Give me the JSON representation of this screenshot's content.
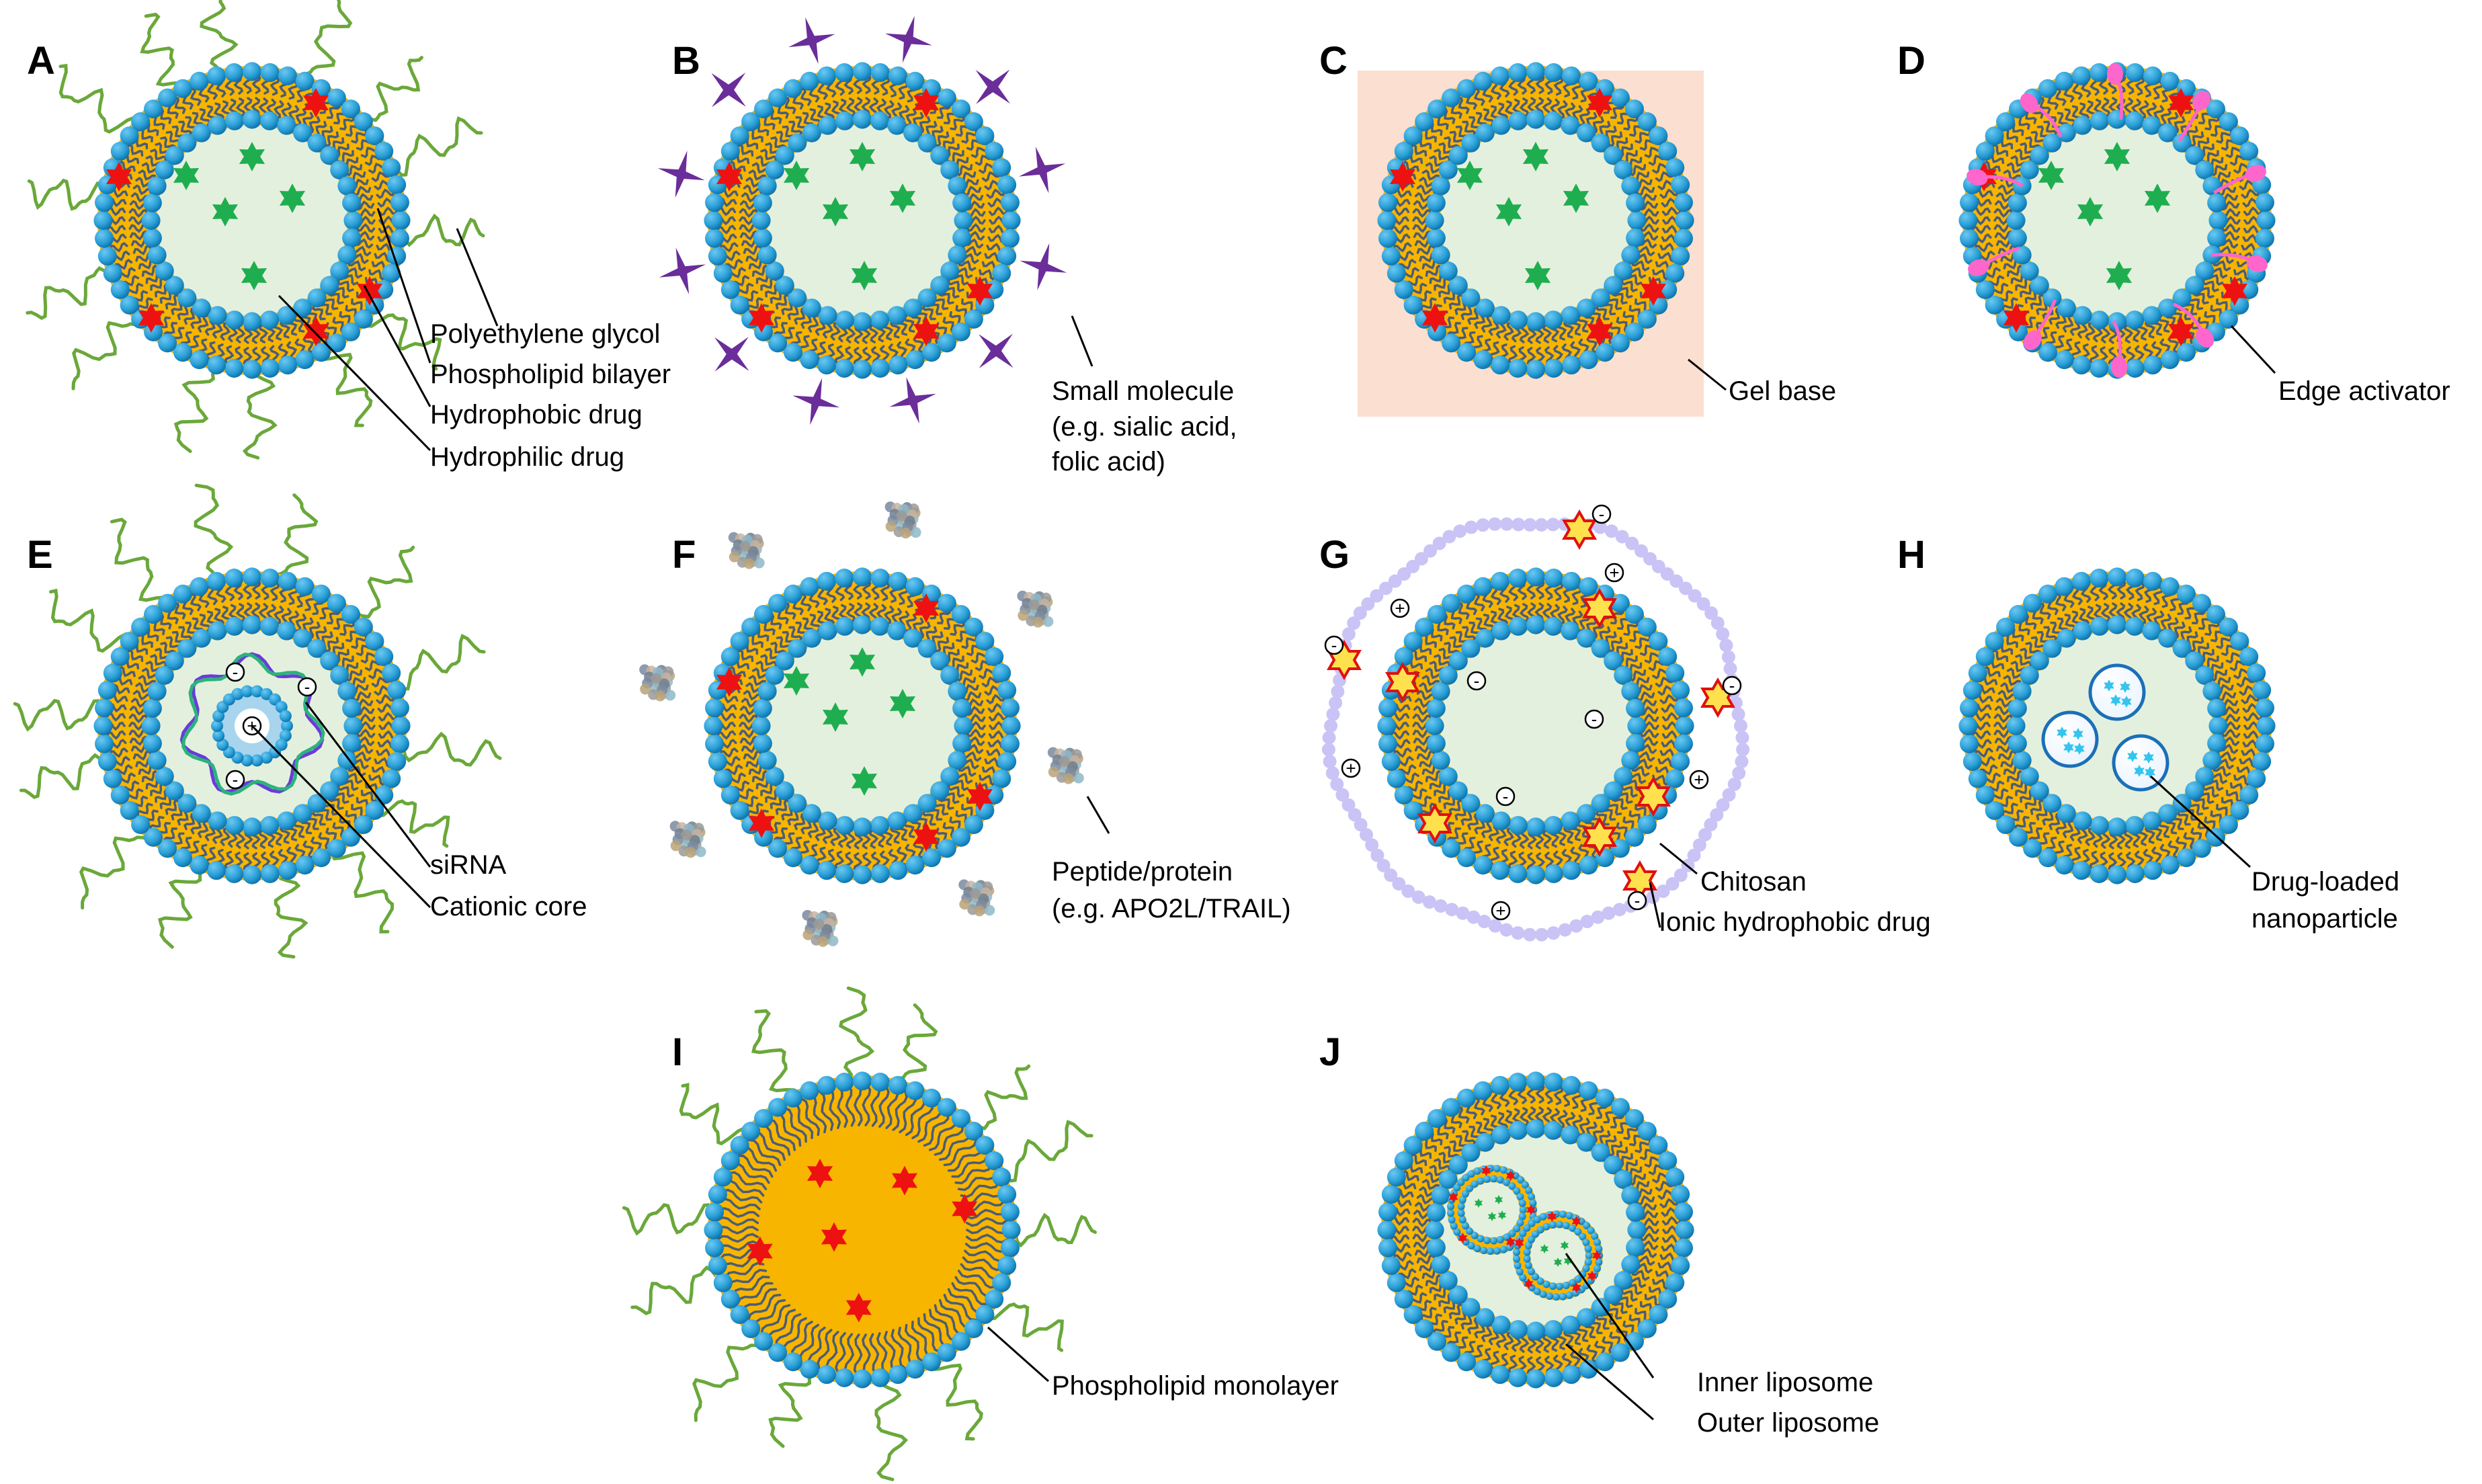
{
  "figure": {
    "panels": [
      {
        "id": "A",
        "letter": "A",
        "labels": [
          "Polyethylene glycol",
          "Phospholipid bilayer",
          "Hydrophobic drug",
          "Hydrophilic drug"
        ]
      },
      {
        "id": "B",
        "letter": "B",
        "labels": [
          "Small molecule",
          "(e.g. sialic acid,",
          "folic acid)"
        ]
      },
      {
        "id": "C",
        "letter": "C",
        "labels": [
          "Gel base"
        ]
      },
      {
        "id": "D",
        "letter": "D",
        "labels": [
          "Edge activator"
        ]
      },
      {
        "id": "E",
        "letter": "E",
        "labels": [
          "siRNA",
          "Cationic core"
        ]
      },
      {
        "id": "F",
        "letter": "F",
        "labels": [
          "Peptide/protein",
          "(e.g. APO2L/TRAIL)"
        ]
      },
      {
        "id": "G",
        "letter": "G",
        "labels": [
          "Chitosan",
          "Ionic hydrophobic drug"
        ]
      },
      {
        "id": "H",
        "letter": "H",
        "labels": [
          "Drug-loaded",
          "nanoparticle"
        ]
      },
      {
        "id": "I",
        "letter": "I",
        "labels": [
          "Phospholipid monolayer"
        ]
      },
      {
        "id": "J",
        "letter": "J",
        "labels": [
          "Inner liposome",
          "Outer liposome"
        ]
      }
    ],
    "charges": {
      "plus": "+",
      "minus": "-"
    }
  },
  "colors": {
    "head_blue": "#2a9fd6",
    "head_dark": "#0a6ea8",
    "tail_orange": "#f7b500",
    "tail_line": "#4b5c78",
    "core_green": "#e4f0de",
    "hydrophilic_drug": "#1fae4f",
    "hydrophobic_drug": "#ee1111",
    "peg_green": "#6aa83a",
    "ligand_purple": "#6a2d9a",
    "gel_peach": "#fbdfd0",
    "edge_pink": "#ff66cc",
    "chitosan_lavender": "#c9c4f5",
    "ionic_drug_yellow": "#ffe14d"
  }
}
